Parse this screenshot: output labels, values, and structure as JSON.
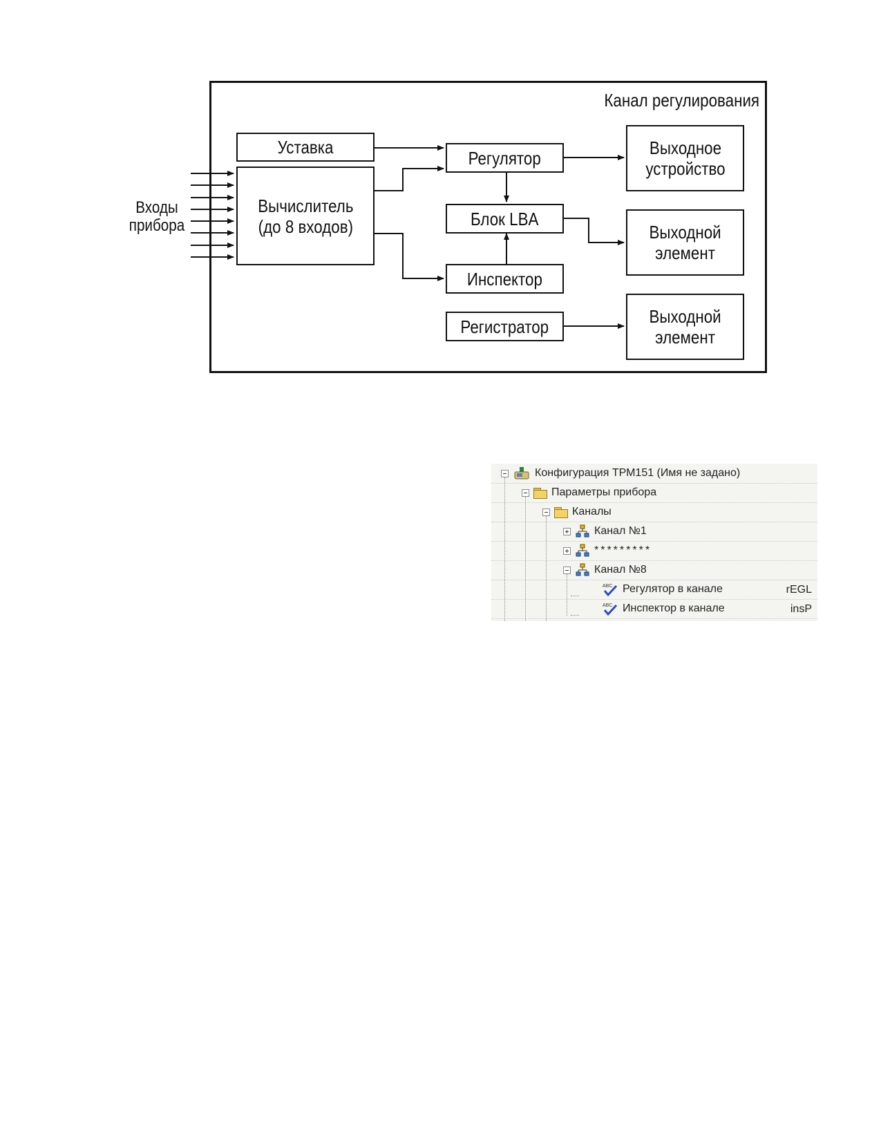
{
  "diagram": {
    "frame_title": "Канал регулирования",
    "inputs_label_line1": "Входы",
    "inputs_label_line2": "прибора",
    "blocks": {
      "setpoint": "Уставка",
      "calculator_line1": "Вычислитель",
      "calculator_line2": "(до 8 входов)",
      "regulator": "Регулятор",
      "lba_block": "Блок LBA",
      "inspector": "Инспектор",
      "recorder": "Регистратор",
      "output_device_line1": "Выходное",
      "output_device_line2": "устройство",
      "output_element1_line1": "Выходной",
      "output_element1_line2": "элемент",
      "output_element2_line1": "Выходной",
      "output_element2_line2": "элемент"
    }
  },
  "tree": {
    "root": "Конфигурация ТРМ151 (Имя не задано)",
    "params": "Параметры прибора",
    "channels": "Каналы",
    "channel1": "Канал №1",
    "collapsed": "*********",
    "channel8": "Канал №8",
    "regulator_param": "Регулятор в канале",
    "regulator_value": "rEGL",
    "inspector_param": "Инспектор в канале",
    "inspector_value": "insP"
  }
}
